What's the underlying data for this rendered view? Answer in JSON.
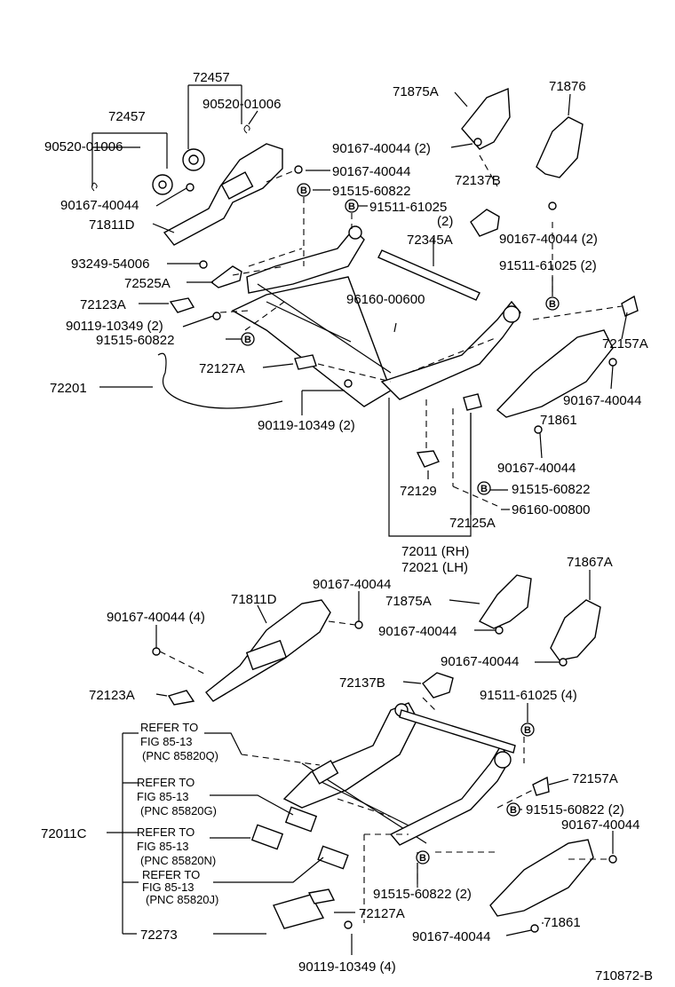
{
  "diagram": {
    "id": "710872-B",
    "labels": {
      "l72457a": "72457",
      "l90520a": "90520-01006",
      "l72457b": "72457",
      "l90520b": "90520-01006",
      "l90167a": "90167-40044",
      "l71811Da": "71811D",
      "l90167b": "90167-40044",
      "l91515a": "91515-60822",
      "l91511a": "91511-61025",
      "l91511a2": "(2)",
      "l71875Aa": "71875A",
      "l90167c": "90167-40044 (2)",
      "l71876": "71876",
      "l72137Ba": "72137B",
      "l90167d": "90167-40044 (2)",
      "l72345A": "72345A",
      "l93249": "93249-54006",
      "l72525A": "72525A",
      "l72123Aa": "72123A",
      "l90119a": "90119-10349 (2)",
      "l91515b": "91515-60822",
      "l96160a": "96160-00600",
      "l91511b": "91511-61025 (2)",
      "l72157Aa": "72157A",
      "l72201": "72201",
      "l72127Aa": "72127A",
      "l90167e": "90167-40044",
      "l71861a": "71861",
      "l90119b": "90119-10349 (2)",
      "l90167f": "90167-40044",
      "l91515c": "91515-60822",
      "l72129": "72129",
      "l96160b": "96160-00800",
      "l72125A": "72125A",
      "l72011": "72011 (RH)",
      "l72021": "72021 (LH)",
      "l71811Db": "71811D",
      "l90167g": "90167-40044",
      "l71875Ab": "71875A",
      "l71867A": "71867A",
      "l90167h": "90167-40044 (4)",
      "l90167i": "90167-40044",
      "l90167j": "90167-40044",
      "l72123Ab": "72123A",
      "l72137Bb": "72137B",
      "l91511c": "91511-61025 (4)",
      "l72157Ab": "72157A",
      "l91515d": "91515-60822 (2)",
      "l90167k": "90167-40044",
      "l72011C": "72011C",
      "l91515e": "91515-60822 (2)",
      "l72127Ab": "72127A",
      "l71861b": "71861",
      "l90167l": "90167-40044",
      "l72273": "72273",
      "l90119c": "90119-10349 (4)"
    },
    "refer_blocks": [
      {
        "l1": "REFER TO",
        "l2": "FIG 85-13",
        "l3": "(PNC 85820Q)"
      },
      {
        "l1": "REFER TO",
        "l2": "FIG 85-13",
        "l3": "(PNC 85820G)"
      },
      {
        "l1": "REFER TO",
        "l2": "FIG 85-13",
        "l3": "(PNC 85820N)"
      },
      {
        "l1": "REFER TO",
        "l2": "FIG 85-13",
        "l3": "(PNC 85820J)"
      }
    ],
    "b_mark": "B"
  }
}
